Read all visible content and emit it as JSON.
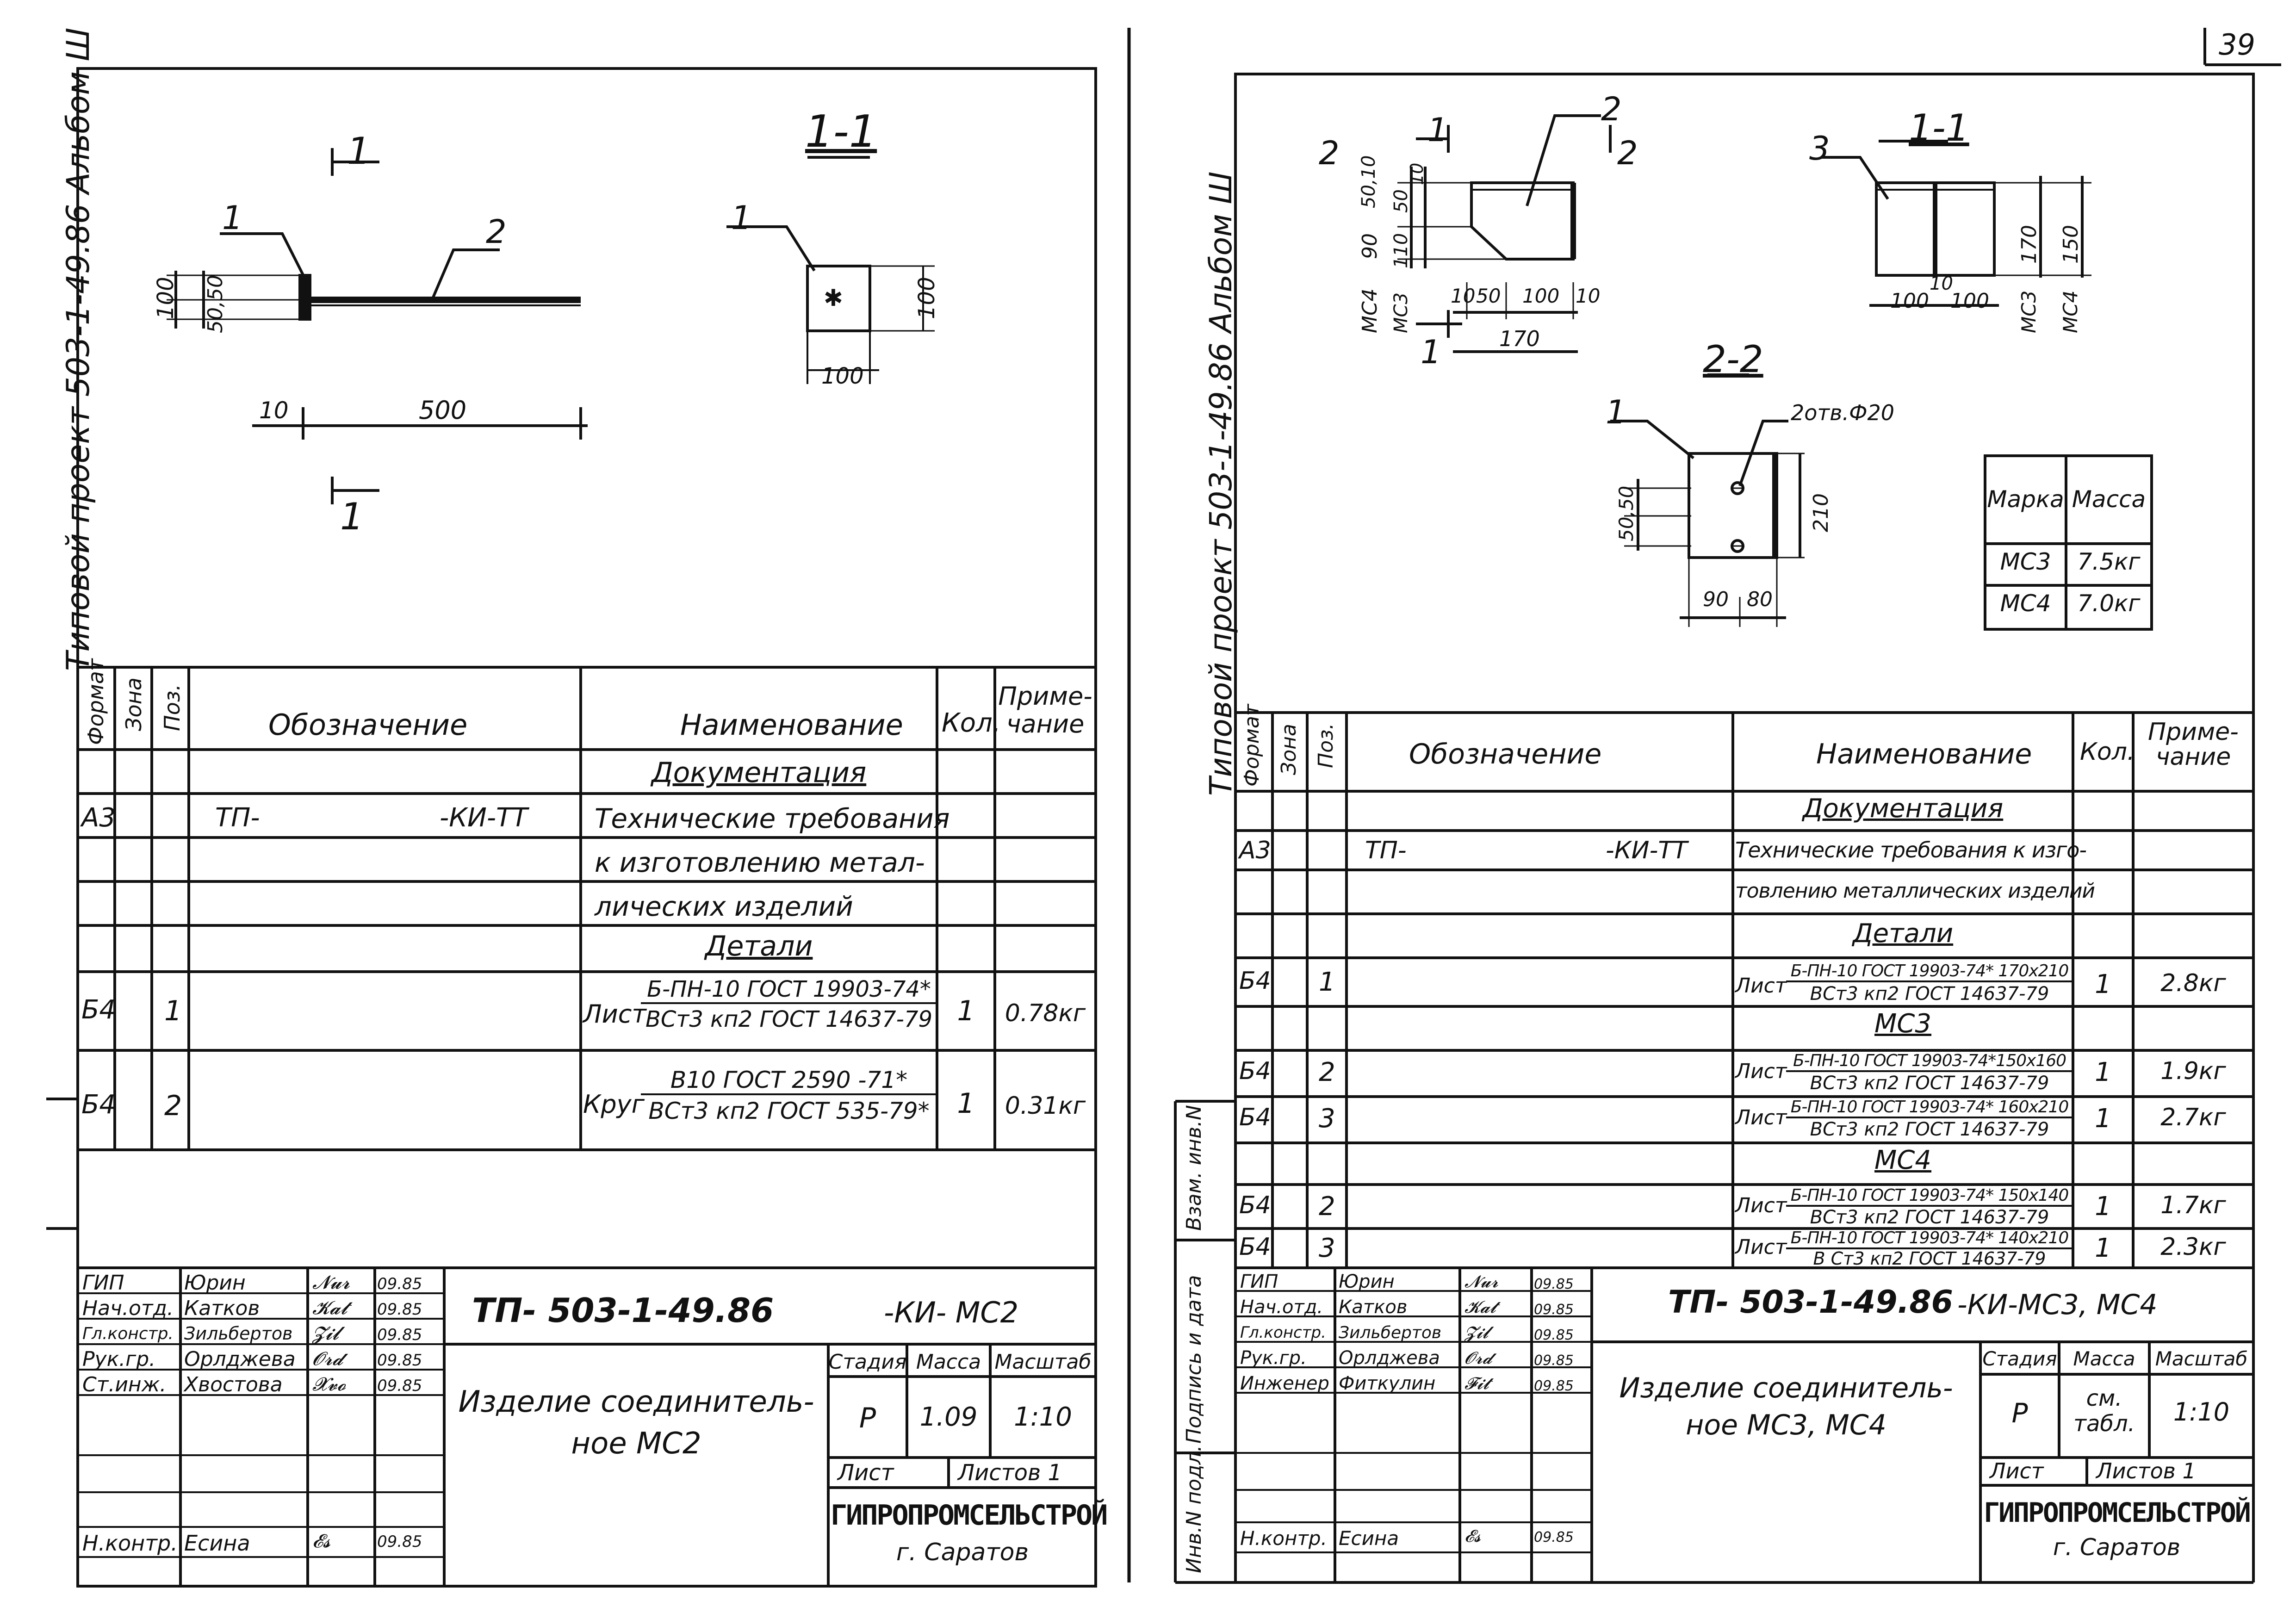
{
  "page_number": "39",
  "left": {
    "side_title": "Типовой проект 503-1-49.86 Альбом Ш",
    "section_label": "1-1",
    "dims": {
      "d100a": "100",
      "d5050": "50,50",
      "d10": "10",
      "d500": "500",
      "d100b": "100",
      "d100c": "100"
    },
    "cut_top": "1",
    "cut_bottom": "1",
    "pos1": "1",
    "pos2": "2",
    "pos1b": "1",
    "spec_headers": {
      "format": "Формат",
      "zone": "Зона",
      "pos": "Поз.",
      "designation": "Обозначение",
      "name": "Наименование",
      "qty": "Кол.",
      "note": "Приме-\nчание"
    },
    "rows": {
      "doc_section": "Документация",
      "r1_format": "A3",
      "r1_des_a": "ТП-",
      "r1_des_b": "-КИ-ТТ",
      "r1_name": "Технические требования",
      "r2_name": "к изготовлению метал-",
      "r3_name": "лических изделий",
      "det_section": "Детали",
      "r5_format": "Б4",
      "r5_pos": "1",
      "r5_prefix": "Лист",
      "r5_num": "Б-ПН-10 ГОСТ 19903-74*",
      "r5_den": "ВСт3 кп2 ГОСТ 14637-79",
      "r5_qty": "1",
      "r5_note": "0.78кг",
      "r6_format": "Б4",
      "r6_pos": "2",
      "r6_prefix": "Круг",
      "r6_num": "В10 ГОСТ 2590 -71*",
      "r6_den": "ВСт3 кп2 ГОСТ 535-79*",
      "r6_qty": "1",
      "r6_note": "0.31кг"
    },
    "stamp": {
      "roles": [
        "ГИП",
        "Нач.отд.",
        "Гл.констр.",
        "Рук.гр.",
        "Ст.инж.",
        "",
        "",
        "",
        "Н.контр."
      ],
      "names": [
        "Юрин",
        "Катков",
        "Зильбертов",
        "Орлджева",
        "Хвостова",
        "",
        "",
        "",
        "Есина"
      ],
      "dates": [
        "09.85",
        "09.85",
        "09.85",
        "09.85",
        "09.85",
        "",
        "",
        "",
        "09.85"
      ],
      "code": "ТП- 503-1-49.86",
      "code_suffix": "-КИ- МС2",
      "title": "Изделие соединитель-\nное МС2",
      "stage_h": "Стадия",
      "mass_h": "Масса",
      "scale_h": "Масштаб",
      "stage": "Р",
      "mass": "1.09",
      "scale": "1:10",
      "sheet_h": "Лист",
      "sheets_h": "Листов 1",
      "org": "ГИПРОПРОМСЕЛЬСТРОЙ",
      "city": "г. Саратов"
    }
  },
  "right": {
    "side_title": "Типовой проект 503-1-49.86 Альбом Ш",
    "section_label_1": "1-1",
    "section_label_2": "2-2",
    "labels": {
      "two_left": "2",
      "two_right": "2",
      "one_top": "1",
      "one_bottom": "1",
      "p2": "2",
      "p3": "3",
      "p1": "1",
      "mc4_left": "МС4",
      "mc3_left": "МС3",
      "v90": "90",
      "v110": "110",
      "v5010": "50,10",
      "v50": "50",
      "v10": "10",
      "h10a": "10",
      "h50": "50",
      "h100": "100",
      "h10b": "10",
      "h170": "170",
      "s100a": "100",
      "s10": "10",
      "s100b": "100",
      "s170": "170",
      "s150": "150",
      "smc3": "МС3",
      "smc4": "МС4",
      "holes": "2отв.Ф20",
      "v5050": "50,50",
      "v210": "210",
      "h90": "90",
      "h80": "80"
    },
    "mass_table": {
      "h1": "Марка",
      "h2": "Масса",
      "rows": [
        [
          "МС3",
          "7.5кг"
        ],
        [
          "МС4",
          "7.0кг"
        ]
      ]
    },
    "spec_headers": {
      "format": "Формат",
      "zone": "Зона",
      "pos": "Поз.",
      "designation": "Обозначение",
      "name": "Наименование",
      "qty": "Кол.",
      "note": "Приме-\nчание"
    },
    "rows": {
      "doc_section": "Документация",
      "r1_format": "A3",
      "r1_des_a": "ТП-",
      "r1_des_b": "-КИ-ТТ",
      "r1_name": "Технические требования к изго-",
      "r2_name": "товлению металлических изделий",
      "det_section": "Детали",
      "r4_format": "Б4",
      "r4_pos": "1",
      "r4_prefix": "Лист",
      "r4_num": "Б-ПН-10 ГОСТ 19903-74* 170х210",
      "r4_den": "ВСт3 кп2 ГОСТ 14637-79",
      "r4_qty": "1",
      "r4_note": "2.8кг",
      "mc3_section": "МС3",
      "r6_format": "Б4",
      "r6_pos": "2",
      "r6_prefix": "Лист",
      "r6_num": "Б-ПН-10 ГОСТ 19903-74*150х160",
      "r6_den": "ВСт3 кп2 ГОСТ 14637-79",
      "r6_qty": "1",
      "r6_note": "1.9кг",
      "r7_format": "Б4",
      "r7_pos": "3",
      "r7_prefix": "Лист",
      "r7_num": "Б-ПН-10 ГОСТ 19903-74* 160х210",
      "r7_den": "ВСт3 кп2 ГОСТ 14637-79",
      "r7_qty": "1",
      "r7_note": "2.7кг",
      "mc4_section": "МС4",
      "r9_format": "Б4",
      "r9_pos": "2",
      "r9_prefix": "Лист",
      "r9_num": "Б-ПН-10 ГОСТ 19903-74* 150х140",
      "r9_den": "ВСт3 кп2 ГОСТ 14637-79",
      "r9_qty": "1",
      "r9_note": "1.7кг",
      "r10_format": "Б4",
      "r10_pos": "3",
      "r10_prefix": "Лист",
      "r10_num": "Б-ПН-10 ГОСТ 19903-74* 140х210",
      "r10_den": "В Ст3 кп2 ГОСТ 14637-79",
      "r10_qty": "1",
      "r10_note": "2.3кг"
    },
    "left_margin": {
      "a": "Взам. инв.N",
      "b": "Подпись и дата",
      "c": "Инв.N подл."
    },
    "stamp": {
      "roles": [
        "ГИП",
        "Нач.отд.",
        "Гл.констр.",
        "Рук.гр.",
        "Инженер",
        "",
        "",
        "",
        "Н.контр."
      ],
      "names": [
        "Юрин",
        "Катков",
        "Зильбертов",
        "Орлджева",
        "Фиткулин",
        "",
        "",
        "",
        "Есина"
      ],
      "dates": [
        "09.85",
        "09.85",
        "09.85",
        "09.85",
        "09.85",
        "",
        "",
        "",
        "09.85"
      ],
      "code": "ТП- 503-1-49.86",
      "code_suffix": "-КИ-МС3, МС4",
      "title": "Изделие соединитель-\nное МС3, МС4",
      "stage_h": "Стадия",
      "mass_h": "Масса",
      "scale_h": "Масштаб",
      "stage": "Р",
      "mass": "см.\nтабл.",
      "scale": "1:10",
      "sheet_h": "Лист",
      "sheets_h": "Листов 1",
      "org": "ГИПРОПРОМСЕЛЬСТРОЙ",
      "city": "г. Саратов"
    }
  }
}
